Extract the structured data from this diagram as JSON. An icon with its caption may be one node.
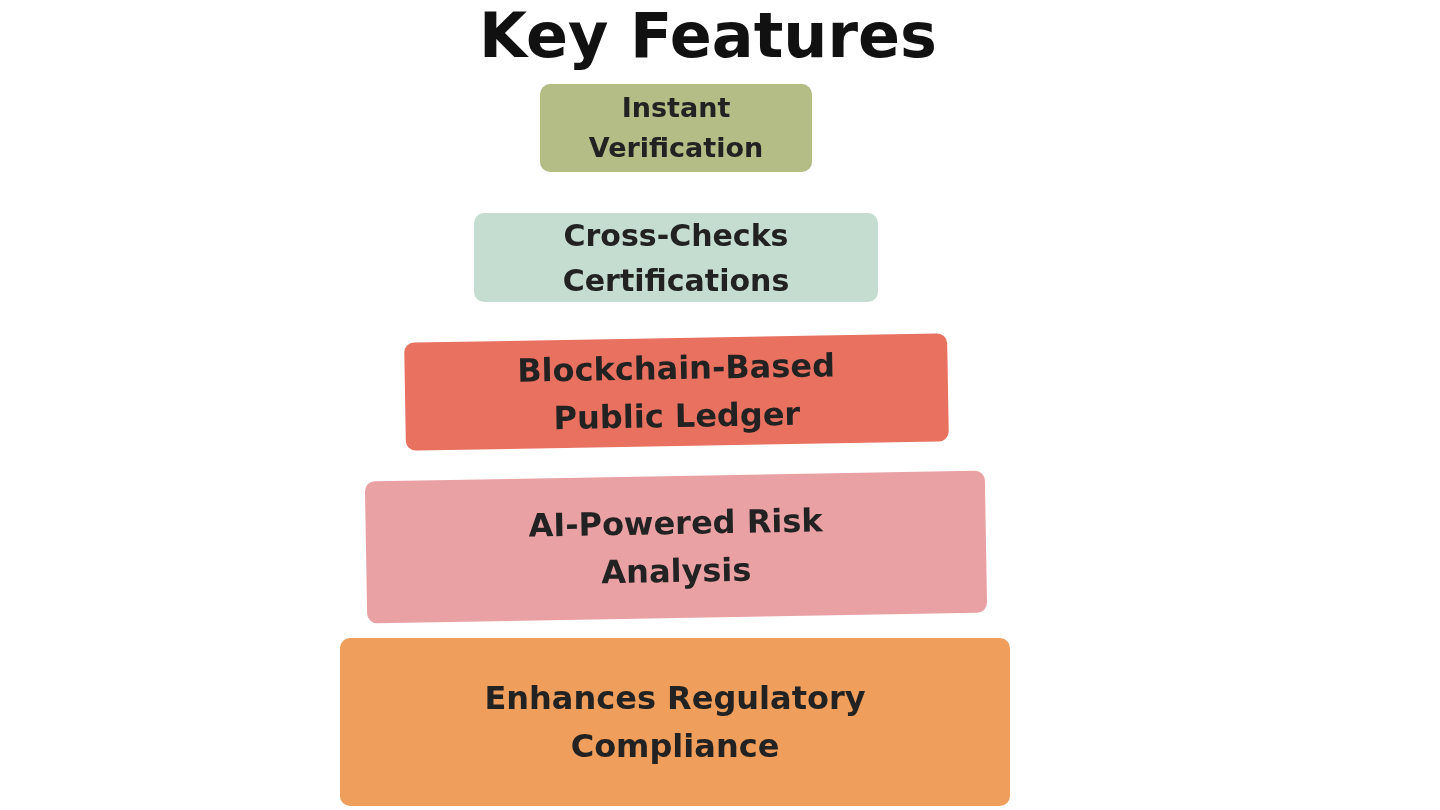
{
  "diagram": {
    "title": "Key Features",
    "nodes": [
      {
        "text": [
          "Instant Verification"
        ]
      },
      {
        "text": [
          "Cross-Checks Certifications"
        ]
      },
      {
        "text": [
          "Blockchain-Based Public Ledger"
        ]
      },
      {
        "text": [
          "AI-Powered Risk Analysis"
        ]
      },
      {
        "text": [
          "Enhances Regulatory Compliance"
        ]
      }
    ],
    "edges": []
  }
}
